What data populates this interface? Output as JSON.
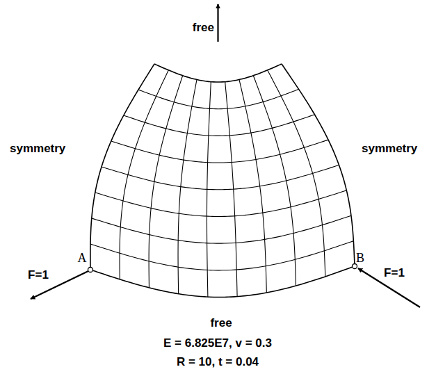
{
  "diagram": {
    "labels": [
      "free",
      "symmetry",
      "symmetry",
      "A",
      "B",
      "F=1",
      "F=1",
      "free",
      "E = 6.825E7, v = 0.3",
      "R = 10, t = 0.04"
    ]
  }
}
